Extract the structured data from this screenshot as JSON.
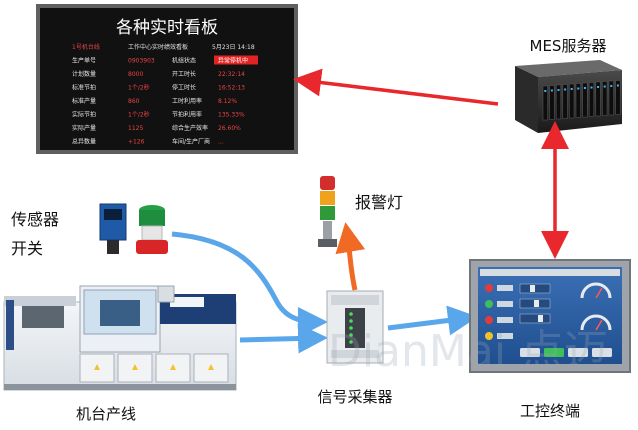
{
  "labels": {
    "mes_server": "MES服务器",
    "alarm_light": "报警灯",
    "sensor_switch_line1": "传感器",
    "sensor_switch_line2": "开关",
    "machine_line": "机台产线",
    "signal_collector": "信号采集器",
    "control_terminal": "工控终端",
    "watermark": "DianMai 点迈"
  },
  "board": {
    "title": "各种实时看板",
    "rows": [
      [
        "1号机台线",
        "工作中心实时绩效看板",
        "5月23日 14:18"
      ],
      [
        "生产单号",
        "0903903",
        "机组状态",
        "异常停机中"
      ],
      [
        "计划数量",
        "8000",
        "开工时长",
        "22:32:14"
      ],
      [
        "标准节拍",
        "1个/2秒",
        "停工时长",
        "16:52:13"
      ],
      [
        "标准产量",
        "860",
        "工时利用率",
        "8.12%"
      ],
      [
        "实际节拍",
        "1个/2秒",
        "节拍利用率",
        "135.33%"
      ],
      [
        "实际产量",
        "1125",
        "综合生产效率",
        "26.60%"
      ],
      [
        "总异数量",
        "+126",
        "车间/生产厂商",
        "..."
      ]
    ]
  },
  "colors": {
    "arrow_red": "#e8282d",
    "arrow_blue": "#5aa6ea",
    "arrow_orange": "#f06a26",
    "board_bg": "#111111",
    "board_border": "#606060"
  }
}
